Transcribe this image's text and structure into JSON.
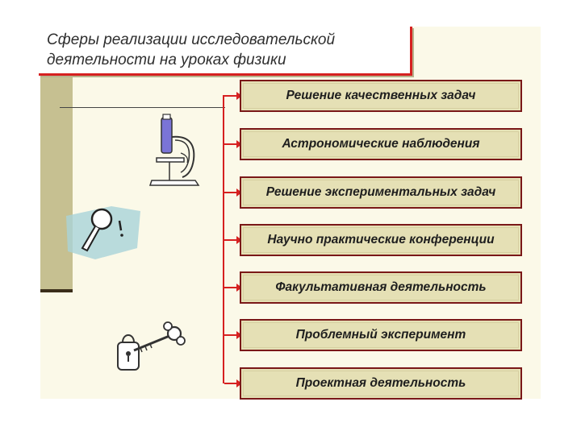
{
  "title": "Сферы реализации исследовательской\nдеятельности на уроках физики",
  "colors": {
    "accent": "#d62020",
    "box_fill": "#e5e0b5",
    "box_border": "#7a1818",
    "strip": "#c6c091"
  },
  "items": [
    "Решение качественных задач",
    "Астрономические наблюдения",
    "Решение экспериментальных задач",
    "Научно практические конференции",
    "Факультативная деятельность",
    "Проблемный эксперимент",
    "Проектная деятельность"
  ],
  "icons": [
    "microscope-icon",
    "magnifier-icon",
    "lock-and-key-icon"
  ]
}
